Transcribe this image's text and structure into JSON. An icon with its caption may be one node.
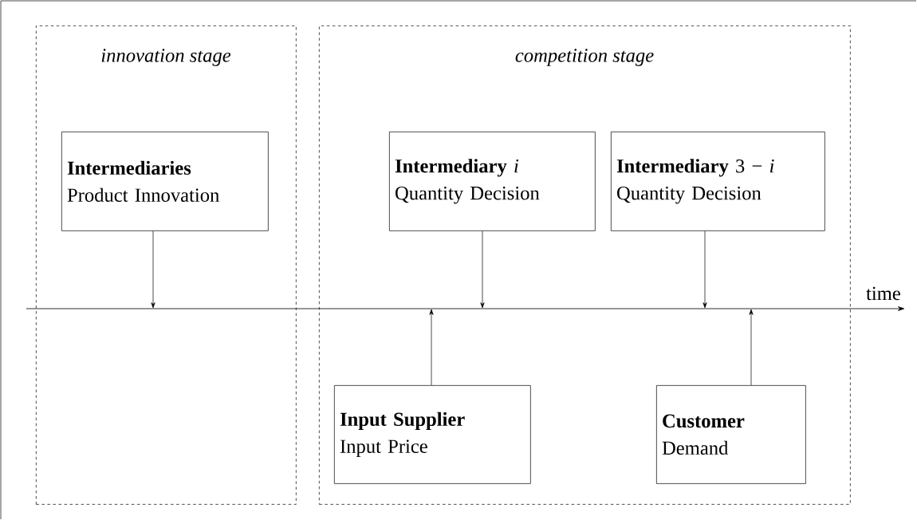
{
  "diagram": {
    "nodes": [
      {
        "text": [
          "innovation stage"
        ]
      },
      {
        "text": [
          "competition stage"
        ]
      },
      {
        "text": [
          "Intermediaries",
          "Product Innovation"
        ],
        "in": 0
      },
      {
        "text": [
          "**Intermediary** *i*",
          "Quantity Decision"
        ],
        "in": 1
      },
      {
        "text": [
          "**Intermediary** 3 − *i*",
          "Quantity Decision"
        ],
        "in": 1
      },
      {
        "text": [
          "Input Supplier",
          "Input Price"
        ],
        "in": 1
      },
      {
        "text": [
          "Customer",
          "Demand"
        ],
        "in": 1
      }
    ],
    "edges": [
      {
        "from": 2,
        "to": null,
        "arrow": "to"
      },
      {
        "from": 3,
        "to": null,
        "arrow": "to"
      },
      {
        "from": 4,
        "to": null,
        "arrow": "to"
      },
      {
        "from": 5,
        "to": null,
        "arrow": "to"
      },
      {
        "from": 6,
        "to": null,
        "arrow": "to"
      }
    ],
    "labels": [
      "time"
    ]
  }
}
